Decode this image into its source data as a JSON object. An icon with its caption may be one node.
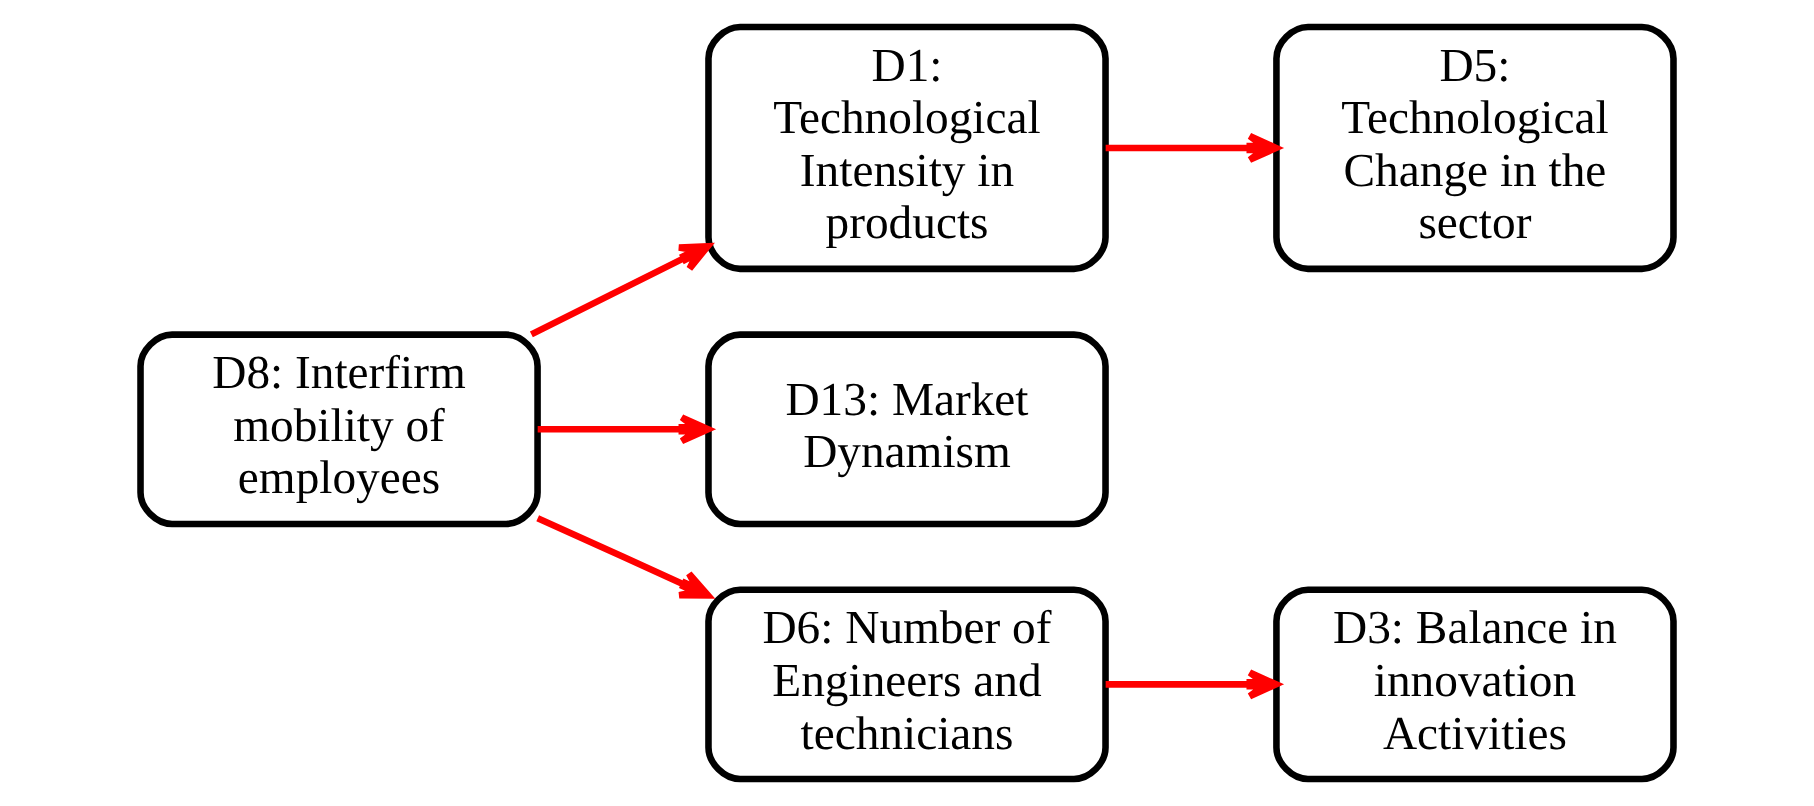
{
  "diagram": {
    "nodes": [
      {
        "text": [
          "D8: Interfirm mobility of employees"
        ]
      },
      {
        "text": [
          "D1: Technological Intensity in products"
        ]
      },
      {
        "text": [
          "D5: Technological Change in the sector"
        ]
      },
      {
        "text": [
          "D13: Market Dynamism"
        ]
      },
      {
        "text": [
          "D6: Number of Engineers and technicians"
        ]
      },
      {
        "text": [
          "D3: Balance in innovation Activities"
        ]
      }
    ],
    "edges": [
      {
        "from": 0,
        "to": 1,
        "arrow": "to"
      },
      {
        "from": 0,
        "to": 3,
        "arrow": "to"
      },
      {
        "from": 0,
        "to": 4,
        "arrow": "to"
      },
      {
        "from": 1,
        "to": 2,
        "arrow": "to"
      },
      {
        "from": 4,
        "to": 5,
        "arrow": "to"
      }
    ]
  }
}
